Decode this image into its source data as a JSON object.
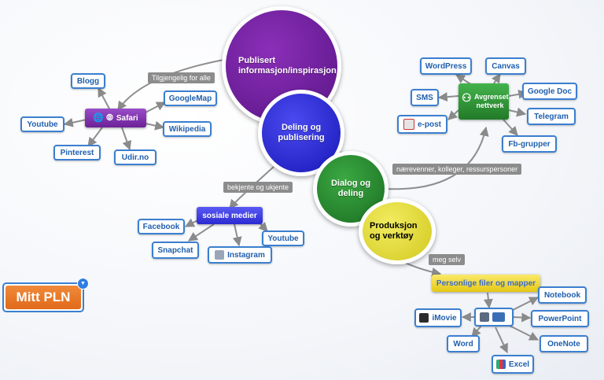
{
  "main_topic": "Mitt PLN",
  "circles": {
    "publisert": "Publisert informasjon/inspirasjon",
    "deling": "Deling og publisering",
    "dialog": "Dialog og deling",
    "produksjon": "Produksjon og verktøy"
  },
  "hubs": {
    "safari": "Safari",
    "sosiale": "sosiale medier",
    "avgrenset": "Avgrenset nettverk",
    "personlige": "Personlige filer og mapper"
  },
  "connector_labels": {
    "tilgjengelig": "Tilgjengelig for alle",
    "bekjente": "bekjente og ukjente",
    "naervenner": "nærevenner, kolleger, ressurspersoner",
    "meg_selv": "meg selv"
  },
  "safari_items": [
    "Blogg",
    "GoogleMap",
    "Youtube",
    "Wikipedia",
    "Pinterest",
    "Udir.no"
  ],
  "sosiale_items": [
    "Facebook",
    "Youtube",
    "Snapchat",
    "Instagram"
  ],
  "avgrenset_items": [
    "WordPress",
    "Canvas",
    "SMS",
    "Google Doc",
    "e-post",
    "Telegram",
    "Fb-grupper"
  ],
  "personlige_items": [
    "Notebook",
    "iMovie",
    "PowerPoint",
    "Word",
    "OneNote",
    "Excel"
  ],
  "colors": {
    "publisert": "#6b1b9a",
    "deling": "#2323d9",
    "dialog": "#268a2c",
    "produksjon": "#e6de3c",
    "main": "#e8701e",
    "box_border": "#3b7fd0"
  }
}
